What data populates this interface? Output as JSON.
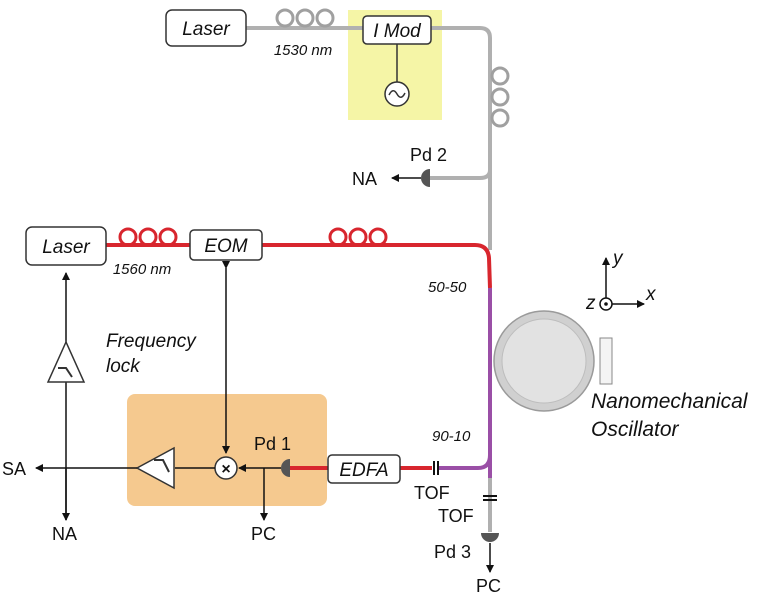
{
  "labels": {
    "laser_top": "Laser",
    "wavelength_top": "1530 nm",
    "imod": "I Mod",
    "pd2": "Pd 2",
    "na_top": "NA",
    "laser_left": "Laser",
    "wavelength_left": "1560 nm",
    "eom": "EOM",
    "coupler_5050": "50-50",
    "coupler_9010": "90-10",
    "freq_lock_1": "Frequency",
    "freq_lock_2": "lock",
    "pd1": "Pd 1",
    "edfa": "EDFA",
    "tof1": "TOF",
    "tof2": "TOF",
    "pd3": "Pd 3",
    "pc_pd3": "PC",
    "pc_pd1": "PC",
    "sa": "SA",
    "na_bottom": "NA",
    "osc_1": "Nanomechanical",
    "osc_2": "Oscillator",
    "axis_y": "y",
    "axis_x": "x",
    "axis_z": "z"
  },
  "colors": {
    "red_fiber": "#d8262e",
    "gray_fiber": "#a9a9a9",
    "purple_fiber": "#9a4fa6",
    "imod_bg": "#f5f5a6",
    "lock_box_bg": "#f5c98f"
  }
}
